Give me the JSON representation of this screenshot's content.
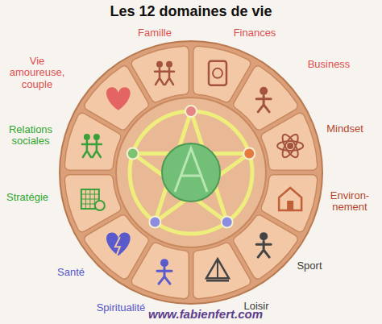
{
  "diagram": {
    "title": "Les 12 domaines de vie",
    "labels": [
      "Famille",
      "Finances",
      "Vie amoureuse, couple",
      "Business",
      "Relations sociales",
      "Mindset",
      "Stratégie",
      "Environ- nement",
      "Santé",
      "Sport",
      "Spiritualité",
      "Loisir",
      "www.fabienfert.com"
    ]
  }
}
